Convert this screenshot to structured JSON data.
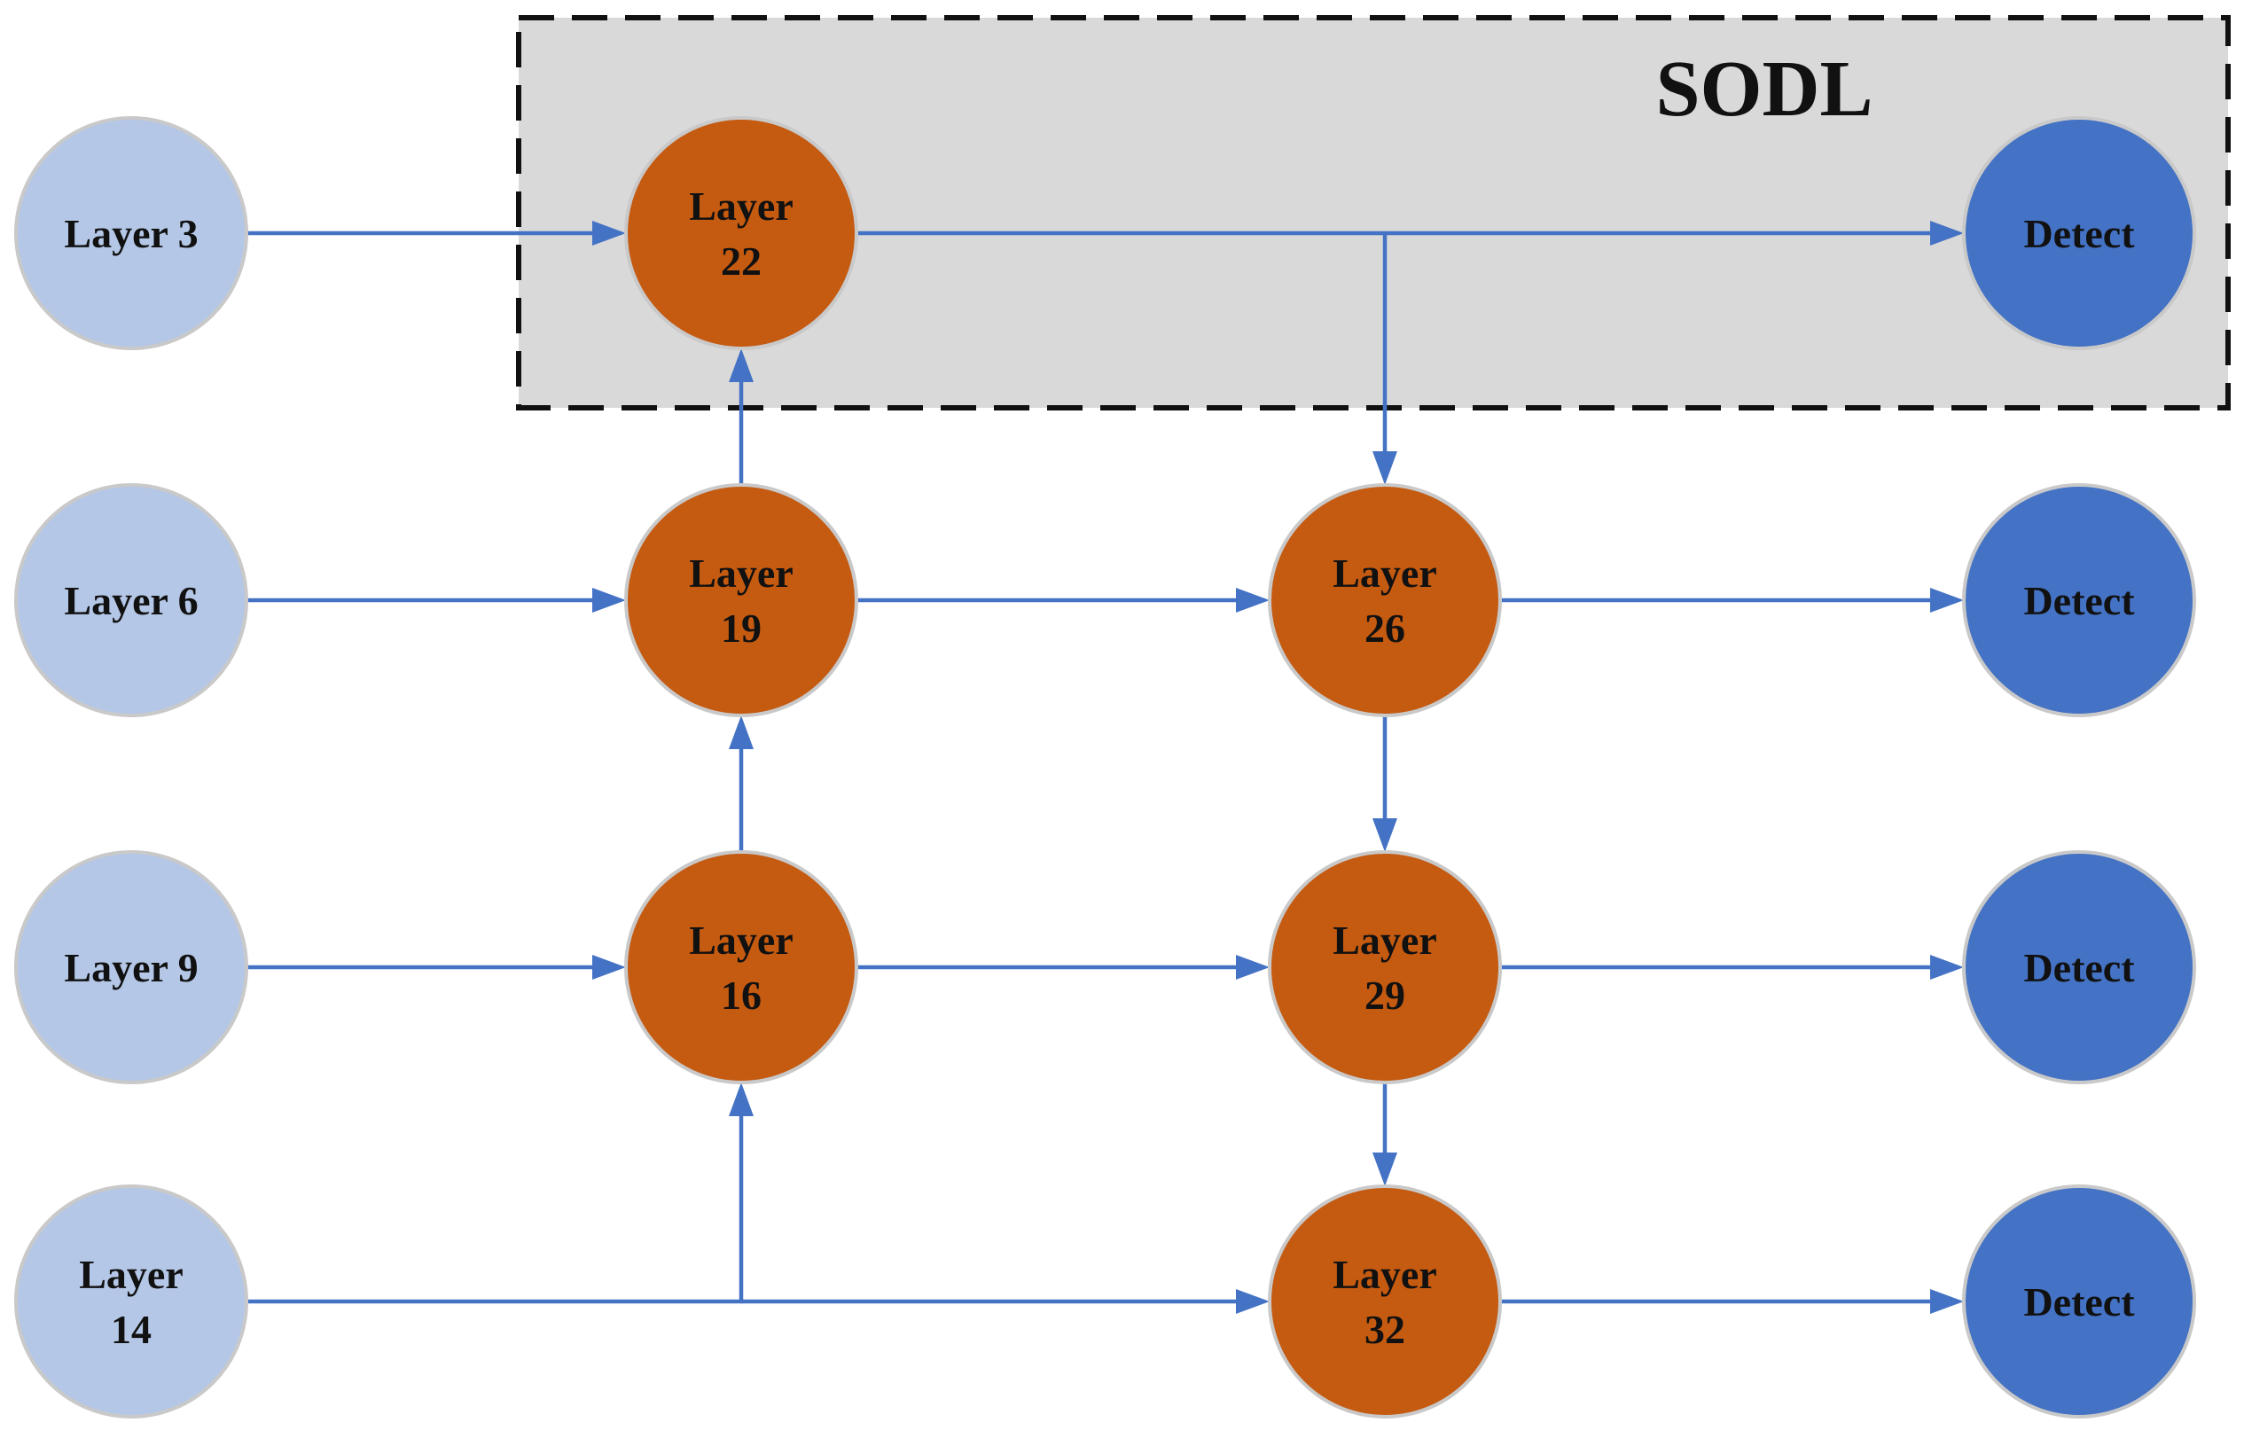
{
  "region": {
    "title": "SODL"
  },
  "colors": {
    "input": "#b4c7e7",
    "neck": "#c55a11",
    "detect": "#4472c4",
    "edge": "#4472c4",
    "region_fill": "#d9d9d9",
    "node_border": "#c9c9c9"
  },
  "nodes": [
    {
      "id": "layer3",
      "kind": "input",
      "lines": [
        "Layer 3"
      ]
    },
    {
      "id": "layer6",
      "kind": "input",
      "lines": [
        "Layer 6"
      ]
    },
    {
      "id": "layer9",
      "kind": "input",
      "lines": [
        "Layer 9"
      ]
    },
    {
      "id": "layer14",
      "kind": "input",
      "lines": [
        "Layer",
        "14"
      ]
    },
    {
      "id": "layer22",
      "kind": "neck",
      "lines": [
        "Layer",
        "22"
      ]
    },
    {
      "id": "layer19",
      "kind": "neck",
      "lines": [
        "Layer",
        "19"
      ]
    },
    {
      "id": "layer16",
      "kind": "neck",
      "lines": [
        "Layer",
        "16"
      ]
    },
    {
      "id": "layer26",
      "kind": "neck",
      "lines": [
        "Layer",
        "26"
      ]
    },
    {
      "id": "layer29",
      "kind": "neck",
      "lines": [
        "Layer",
        "29"
      ]
    },
    {
      "id": "layer32",
      "kind": "neck",
      "lines": [
        "Layer",
        "32"
      ]
    },
    {
      "id": "detect1",
      "kind": "detect",
      "lines": [
        "Detect"
      ]
    },
    {
      "id": "detect2",
      "kind": "detect",
      "lines": [
        "Detect"
      ]
    },
    {
      "id": "detect3",
      "kind": "detect",
      "lines": [
        "Detect"
      ]
    },
    {
      "id": "detect4",
      "kind": "detect",
      "lines": [
        "Detect"
      ]
    }
  ],
  "edges": [
    {
      "from": "layer3",
      "to": "layer22"
    },
    {
      "from": "layer6",
      "to": "layer19"
    },
    {
      "from": "layer9",
      "to": "layer16"
    },
    {
      "from": "layer14",
      "to": "layer16"
    },
    {
      "from": "layer14",
      "to": "layer32"
    },
    {
      "from": "layer16",
      "to": "layer19"
    },
    {
      "from": "layer19",
      "to": "layer22"
    },
    {
      "from": "layer22",
      "to": "detect1"
    },
    {
      "from": "layer22",
      "to": "layer26"
    },
    {
      "from": "layer19",
      "to": "layer26"
    },
    {
      "from": "layer16",
      "to": "layer29"
    },
    {
      "from": "layer26",
      "to": "layer29"
    },
    {
      "from": "layer29",
      "to": "layer32"
    },
    {
      "from": "layer26",
      "to": "detect2"
    },
    {
      "from": "layer29",
      "to": "detect3"
    },
    {
      "from": "layer32",
      "to": "detect4"
    }
  ]
}
